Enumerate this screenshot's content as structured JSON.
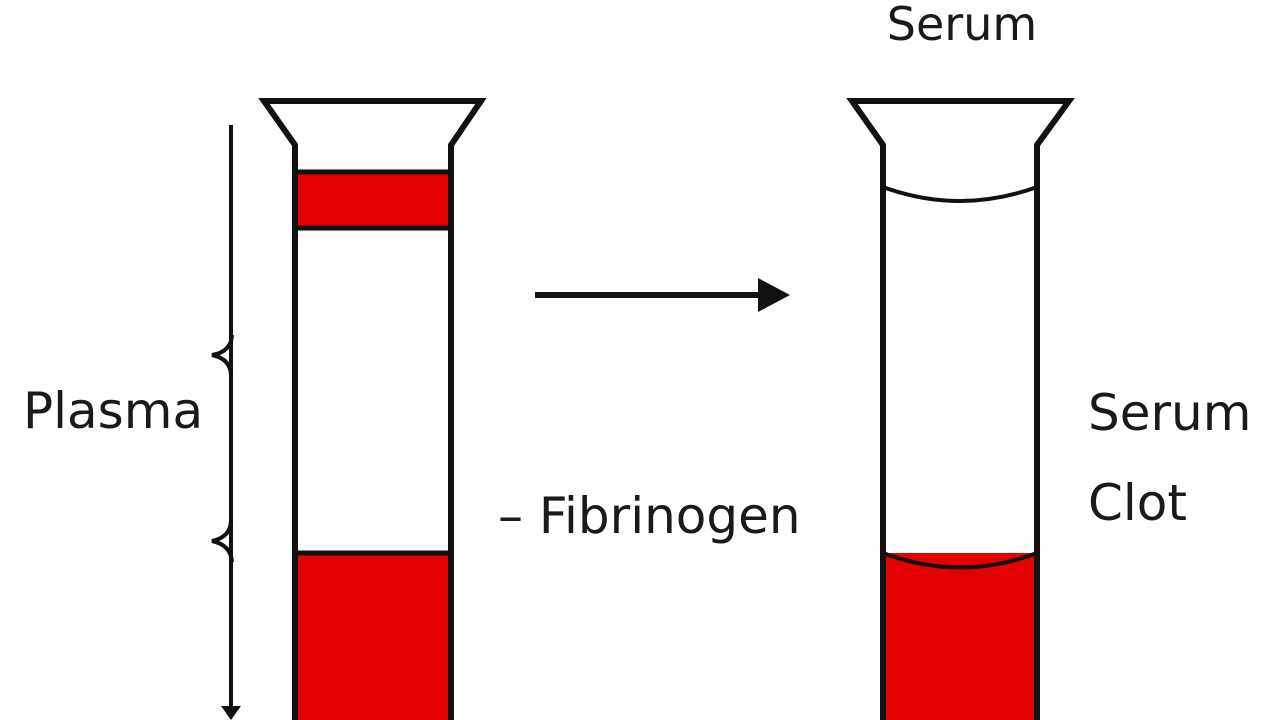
{
  "labels": {
    "serum_top": "Serum",
    "plasma": "Plasma",
    "minus_fibrinogen": "– Fibrinogen",
    "serum_right": "Serum",
    "clot": "Clot"
  },
  "colors": {
    "blood_red": "#e30000",
    "outline": "#111111",
    "text": "#1a1a1a",
    "background": "#ffffff"
  }
}
